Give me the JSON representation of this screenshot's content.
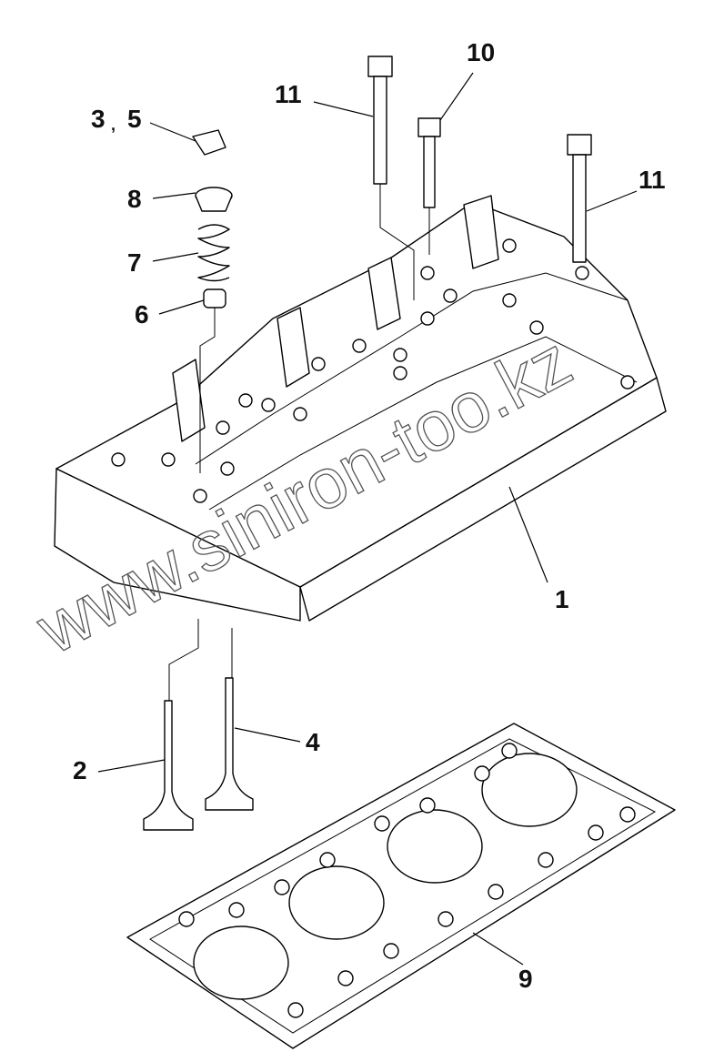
{
  "labels": {
    "bolt_left": "11",
    "bolt_middle": "10",
    "part_3": "3",
    "separator": ",",
    "part_5": "5",
    "retainer": "8",
    "spring": "7",
    "seal": "6",
    "bolt_right": "11",
    "cylinder_head": "1",
    "valve_left": "2",
    "valve_right": "4",
    "gasket": "9"
  },
  "watermark": "www.siniron-too.kz",
  "colors": {
    "line": "#000000",
    "background": "#ffffff"
  }
}
